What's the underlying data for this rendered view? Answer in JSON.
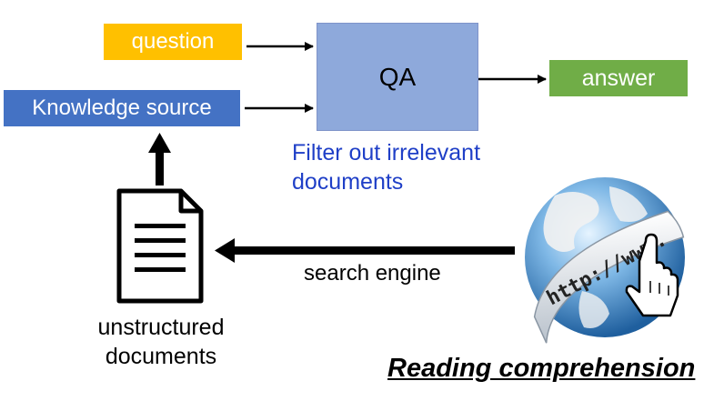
{
  "colors": {
    "question": "#ffc000",
    "knowledge_source": "#4472c4",
    "qa": "#8ea9db",
    "answer": "#70ad47",
    "filter_text": "#1f3fc7",
    "arrow": "#000000"
  },
  "nodes": {
    "question": "question",
    "knowledge_source": "Knowledge source",
    "qa": "QA",
    "answer": "answer"
  },
  "annotations": {
    "filter_line1": "Filter out irrelevant",
    "filter_line2": "documents",
    "search_engine": "search engine",
    "unstructured_line1": "unstructured",
    "unstructured_line2": "documents",
    "reading_comprehension": "Reading comprehension"
  },
  "globe": {
    "url_text": "http://www."
  },
  "icons": [
    "document-icon",
    "globe-icon",
    "hand-pointer-icon"
  ]
}
